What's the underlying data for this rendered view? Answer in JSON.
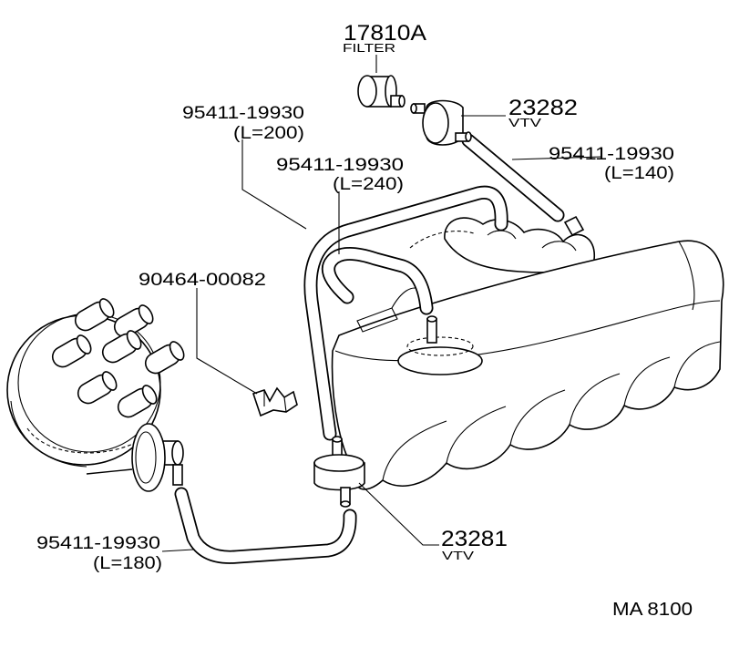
{
  "labels": {
    "filter_17810a": {
      "part_no": "17810A",
      "desc": "FILTER"
    },
    "vtv_23282": {
      "part_no": "23282",
      "desc": "VTV"
    },
    "hose_l200": {
      "part_no": "95411-19930",
      "length": "(L=200)"
    },
    "hose_l240": {
      "part_no": "95411-19930",
      "length": "(L=240)"
    },
    "hose_l140": {
      "part_no": "95411-19930",
      "length": "(L=140)"
    },
    "clip_90464": {
      "part_no": "90464-00082"
    },
    "hose_l180": {
      "part_no": "95411-19930",
      "length": "(L=180)"
    },
    "vtv_23281": {
      "part_no": "23281",
      "desc": "VTV"
    }
  },
  "figure_code": "MA 8100",
  "colors": {
    "ink": "#000000",
    "paper": "#ffffff"
  }
}
